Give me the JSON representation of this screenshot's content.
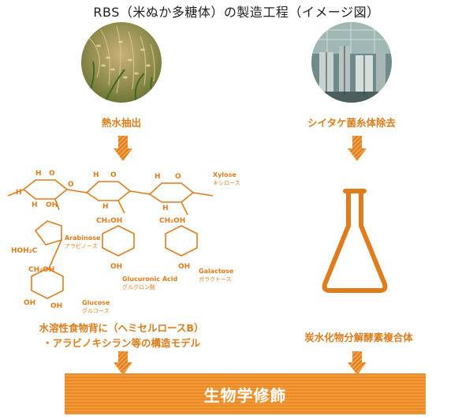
{
  "title": "RBS（米ぬか多糖体）の製造工程（イメージ図）",
  "left": {
    "photo": "rice-plant-photo",
    "step_label": "熱水抽出",
    "chem_labels": {
      "xylose_en": "Xylose",
      "xylose_ja": "キシロース",
      "arabinose_en": "Arabinose",
      "arabinose_ja": "アラビノース",
      "glucuronic_en": "Glucuronic Acid",
      "glucuronic_ja": "グルクロン酸",
      "galactose_en": "Galactose",
      "galactose_ja": "ガラクトース",
      "glucose_en": "Glucose",
      "glucose_ja": "グルコース",
      "hoh2c": "HOH₂C",
      "ch2oh": "CH₂OH"
    },
    "result_line1": "水溶性食物背に（ヘミセルロースB）",
    "result_line2": "・アラビノキシラン等の構造モデル"
  },
  "right": {
    "photo": "factory-photo",
    "step_label": "シイタケ菌糸体除去",
    "result_label": "炭水化物分解酵素複合体"
  },
  "bottom": {
    "label": "生物学修飾"
  },
  "colors": {
    "accent": "#e07c1c",
    "bar": "#eb8a24"
  }
}
